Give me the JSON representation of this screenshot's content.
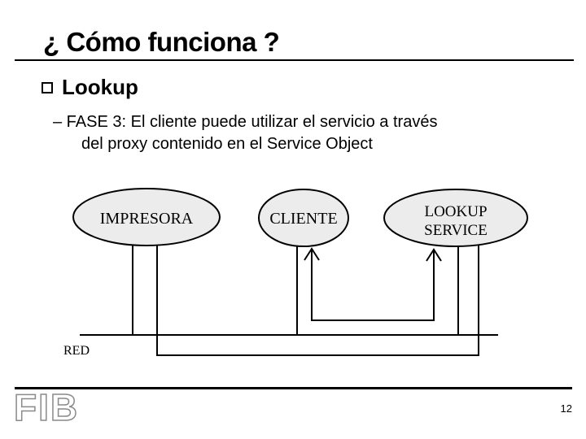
{
  "slide": {
    "title": "¿ Cómo funciona ?",
    "bullet_label": "Lookup",
    "sub_bullet": {
      "line1": "– FASE 3: El cliente puede utilizar el servicio a través",
      "line2": "del proxy contenido en el Service Object"
    }
  },
  "diagram": {
    "nodes": {
      "impresora": {
        "label": "IMPRESORA"
      },
      "cliente": {
        "label": "CLIENTE"
      },
      "lookup_service": {
        "line1": "LOOKUP",
        "line2": "SERVICE"
      }
    },
    "network_label": "RED"
  },
  "footer": {
    "logo_text": "FIB",
    "page_number": "12"
  },
  "colors": {
    "node_fill": "#ececec",
    "line": "#000000"
  }
}
